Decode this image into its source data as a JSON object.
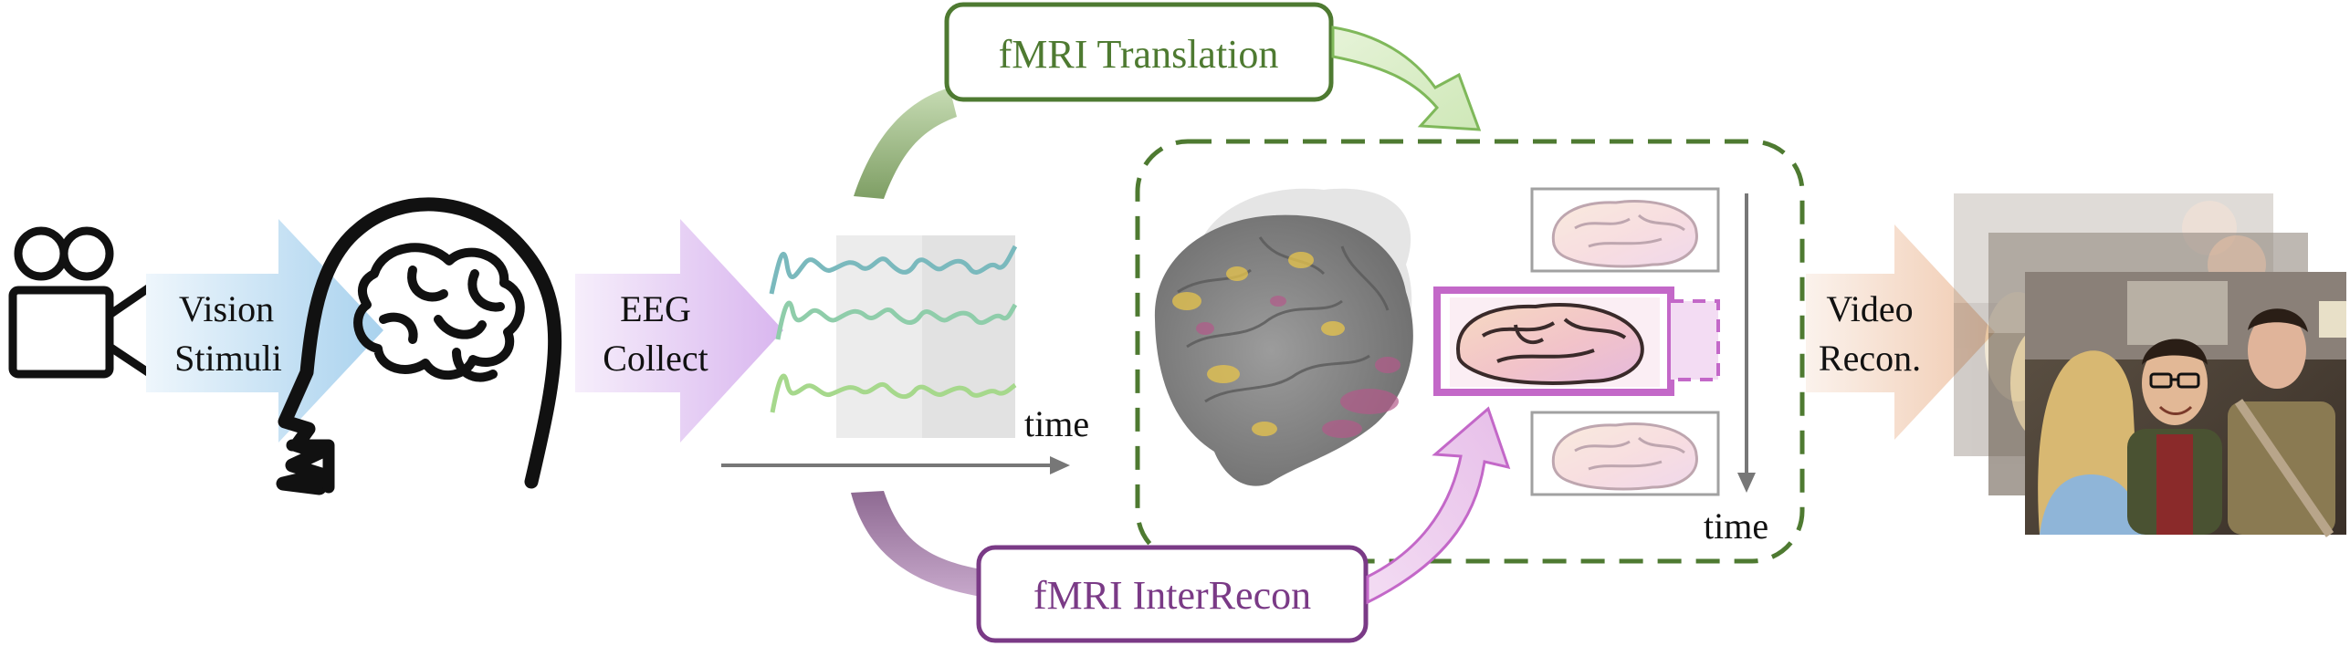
{
  "labels": {
    "vision_stimuli": [
      "Vision",
      "Stimuli"
    ],
    "eeg_collect": [
      "EEG",
      "Collect"
    ],
    "video_recon": [
      "Video",
      "Recon."
    ],
    "eeg_time": "time",
    "fmri_time": "time"
  },
  "boxes": {
    "fmri_translation": "fMRI Translation",
    "fmri_interrecon": "fMRI InterRecon"
  },
  "colors": {
    "translation_green": "#4e7a31",
    "interrecon_purple": "#7a3a86",
    "highlight_pink": "#c368c8",
    "dashed_green": "#4e7a31",
    "stimuli_blue": "#aed4ee",
    "eeg_violet": "#dcbcf0",
    "recon_peach": "#f3d4bf"
  }
}
